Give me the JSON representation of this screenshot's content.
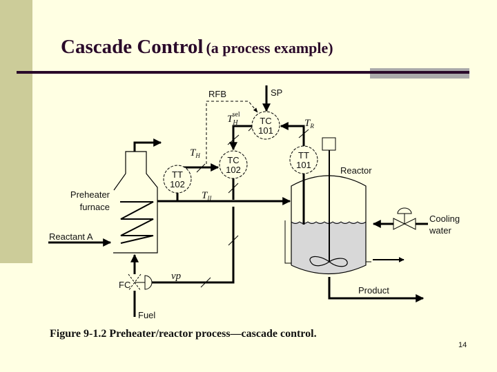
{
  "slide": {
    "title_main": "Cascade Control",
    "title_sub": "(a process example)",
    "page_number": "14",
    "colors": {
      "background": "#FFFFE3",
      "sidebar": "#CCCC99",
      "title": "#2A0A2A",
      "accent_bar": "#AAAAAA"
    }
  },
  "diagram": {
    "caption": "Figure 9-1.2  Preheater/reactor process—cascade control.",
    "labels": {
      "sp": "SP",
      "rfb": "RFB",
      "th_sel": "T",
      "th_sel_sub": "H",
      "th_sel_sup": "sel",
      "tr": "T",
      "tr_sub": "R",
      "th": "T",
      "th_sub": "H",
      "tii": "T",
      "tii_sub": "II",
      "vp": "vp",
      "preheater_line1": "Preheater",
      "preheater_line2": "furnace",
      "reactant": "Reactant A",
      "fc": "FC",
      "fuel": "Fuel",
      "reactor": "Reactor",
      "cooling_line1": "Cooling",
      "cooling_line2": "water",
      "product": "Product"
    },
    "instruments": [
      {
        "tag": "TC",
        "num": "101"
      },
      {
        "tag": "TC",
        "num": "102"
      },
      {
        "tag": "TT",
        "num": "101"
      },
      {
        "tag": "TT",
        "num": "102"
      }
    ]
  }
}
